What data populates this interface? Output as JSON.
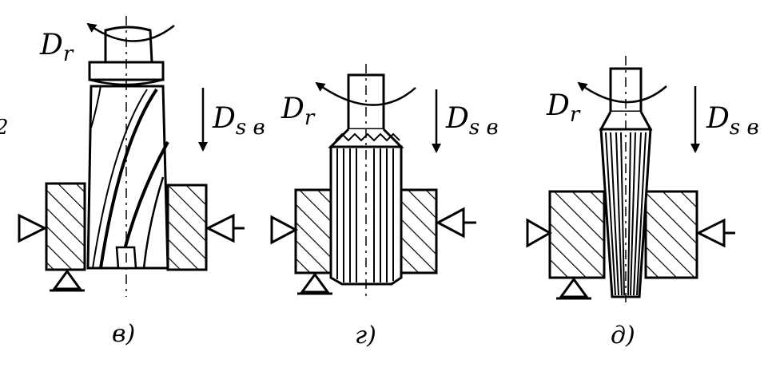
{
  "figure": {
    "panels": [
      {
        "id": "v",
        "caption": "в)",
        "rotation": {
          "base": "D",
          "sub": "r"
        },
        "feed": {
          "base": "D",
          "sub": "s в"
        }
      },
      {
        "id": "g",
        "caption": "г)",
        "rotation": {
          "base": "D",
          "sub": "r"
        },
        "feed": {
          "base": "D",
          "sub": "s в"
        }
      },
      {
        "id": "d",
        "caption": "д)",
        "rotation": {
          "base": "D",
          "sub": "r"
        },
        "feed": {
          "base": "D",
          "sub": "s в"
        }
      }
    ],
    "edge_mark": "2",
    "stroke_color": "#000000",
    "hatch_color": "#000000"
  }
}
